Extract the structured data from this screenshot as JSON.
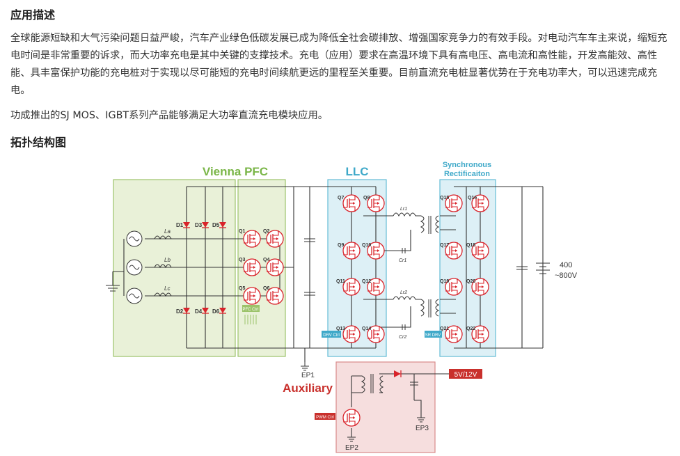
{
  "section1": {
    "heading": "应用描述",
    "paragraph1": "全球能源短缺和大气污染问题日益严峻，汽车产业绿色低碳发展已成为降低全社会碳排放、增强国家竞争力的有效手段。对电动汽车车主来说，缩短充电时间是非常重要的诉求，而大功率充电是其中关键的支撑技术。充电（应用）要求在高温环境下具有高电压、高电流和高性能，开发高能效、高性能、具丰富保护功能的充电桩对于实现以尽可能短的充电时间续航更远的里程至关重要。目前直流充电桩显著优势在于充电功率大，可以迅速完成充电。",
    "paragraph2": "功成推出的SJ MOS、IGBT系列产品能够满足大功率直流充电模块应用。"
  },
  "section2": {
    "heading": "拓扑结构图"
  },
  "diagram": {
    "blocks": {
      "vienna": "Vienna PFC",
      "llc": "LLC",
      "sr_line1": "Synchronous",
      "sr_line2": "Rectificaiton",
      "aux": "Auxiliary"
    },
    "ctrl": {
      "pfc": "PFC Ctrl",
      "drv": "DRV Ctrl",
      "sr": "SR DRV",
      "pwm": "PWM Ctrl"
    },
    "inductors": {
      "la": "La",
      "lb": "Lb",
      "lc": "Lc",
      "lr1": "Lr1",
      "lr2": "Lr2"
    },
    "caps": {
      "cr1": "Cr1",
      "cr2": "Cr2"
    },
    "diodes": {
      "d1": "D1",
      "d2": "D2",
      "d3": "D3",
      "d4": "D4",
      "d5": "D5",
      "d6": "D6"
    },
    "pfc_q": [
      "Q1",
      "Q2",
      "Q3",
      "Q4",
      "Q5",
      "Q6"
    ],
    "llc_q": [
      "Q7",
      "Q8",
      "Q9",
      "Q10",
      "Q11",
      "Q12",
      "Q13",
      "Q14"
    ],
    "sr_q": [
      "Q15",
      "Q16",
      "Q17",
      "Q18",
      "Q19",
      "Q20",
      "Q21",
      "Q22"
    ],
    "battery": {
      "v1": "400",
      "v2": "~800V"
    },
    "aux_out": "5V/12V",
    "ep": {
      "ep1": "EP1",
      "ep2": "EP2",
      "ep3": "EP3"
    },
    "colors": {
      "green": "#7ab648",
      "blue": "#3fa9c9",
      "red": "#c9302c"
    }
  }
}
